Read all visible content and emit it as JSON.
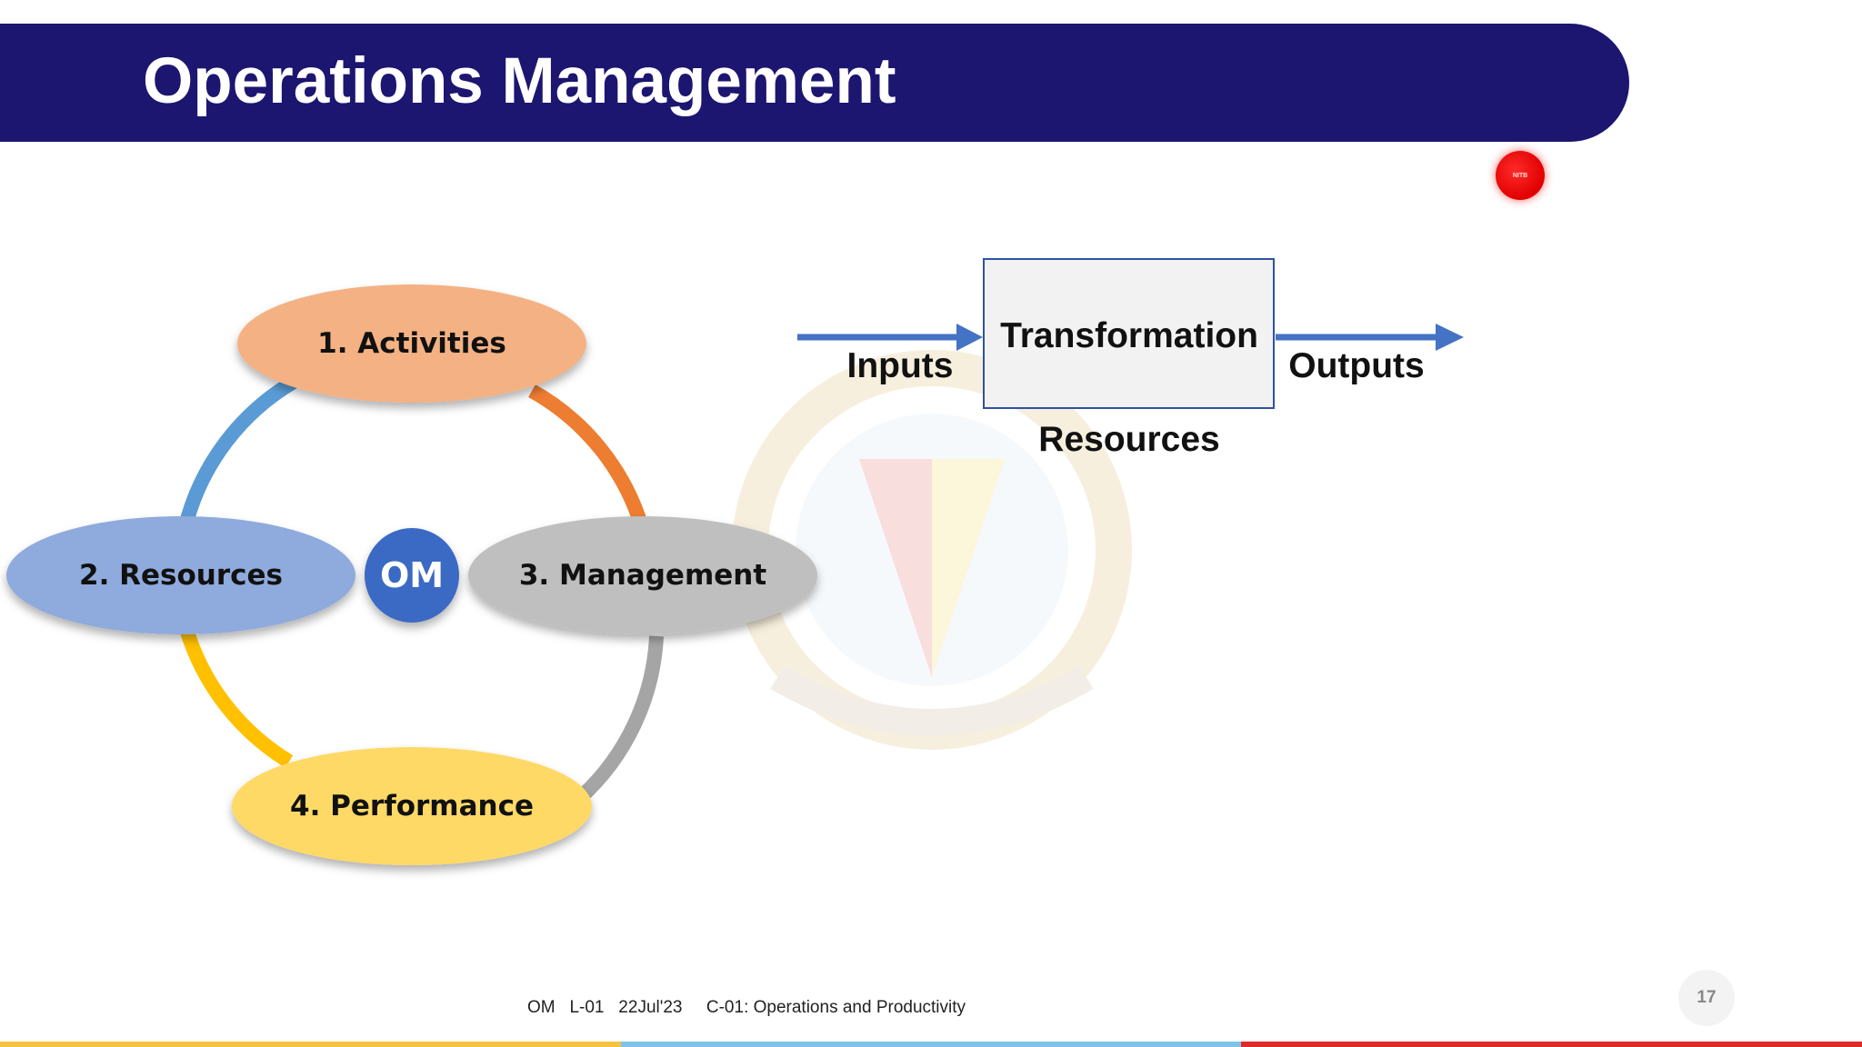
{
  "slide": {
    "title": "Operations Management",
    "badge_text": "NITB",
    "page_number": "17"
  },
  "cycle": {
    "center": "OM",
    "nodes": [
      {
        "label": "1. Activities",
        "fill": "#f4b183"
      },
      {
        "label": "2. Resources",
        "fill": "#8faadc"
      },
      {
        "label": "3. Management",
        "fill": "#bfbfbf"
      },
      {
        "label": "4. Performance",
        "fill": "#ffd966"
      }
    ],
    "arc_colors": [
      "#ed7d31",
      "#5b9bd5",
      "#a5a5a5",
      "#ffc000"
    ]
  },
  "flow": {
    "inputs": "Inputs",
    "process": "Transformation",
    "outputs": "Outputs",
    "resources": "Resources",
    "arrow_color": "#4472c4"
  },
  "footer": {
    "text": "OM   L-01   22Jul'23     C-01: Operations and Productivity",
    "stripe_colors": [
      "#f5c342",
      "#7fc4e8",
      "#e02b2b"
    ]
  }
}
